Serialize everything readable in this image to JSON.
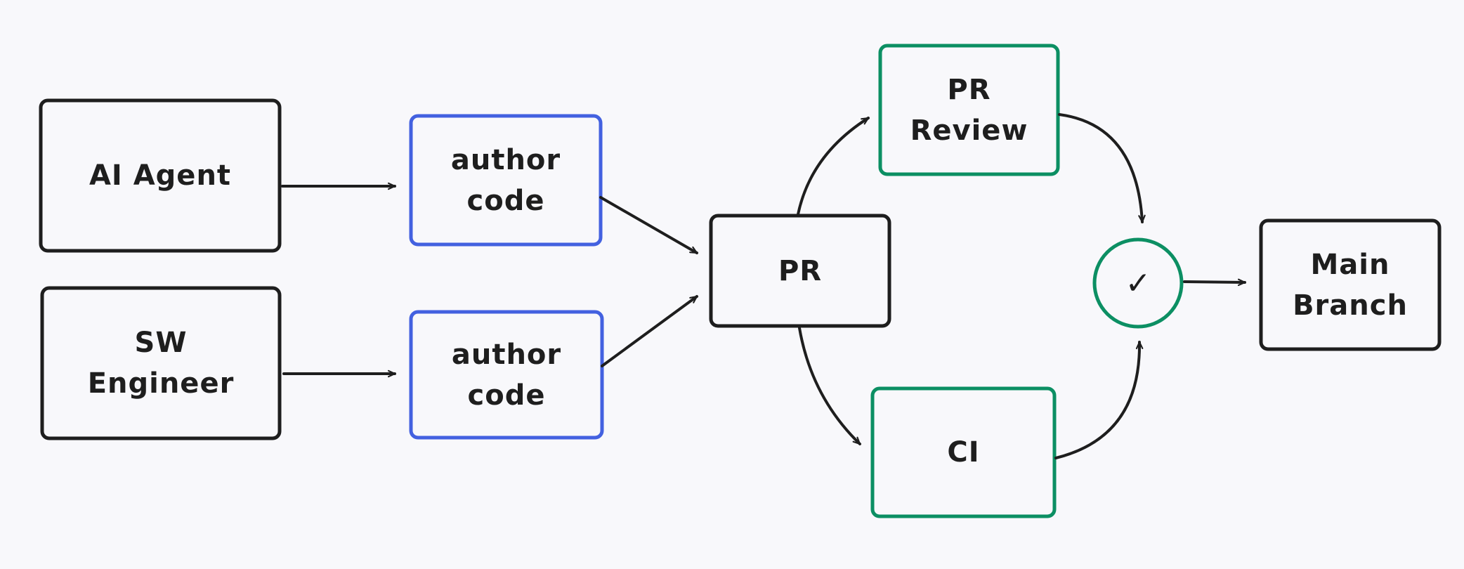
{
  "colors": {
    "background": "#f8f8fb",
    "stroke_default": "#1e1e1e",
    "stroke_author": "#4361e0",
    "stroke_check": "#0c8f63"
  },
  "nodes": {
    "ai_agent": {
      "label": "AI Agent"
    },
    "sw_engineer": {
      "label": "SW\nEngineer"
    },
    "author_code_top": {
      "label": "author\ncode"
    },
    "author_code_bottom": {
      "label": "author\ncode"
    },
    "pr": {
      "label": "PR"
    },
    "pr_review": {
      "label": "PR\nReview"
    },
    "ci": {
      "label": "CI"
    },
    "merge_gate": {
      "icon": "checkmark-icon",
      "symbol": "✓"
    },
    "main_branch": {
      "label": "Main\nBranch"
    }
  }
}
